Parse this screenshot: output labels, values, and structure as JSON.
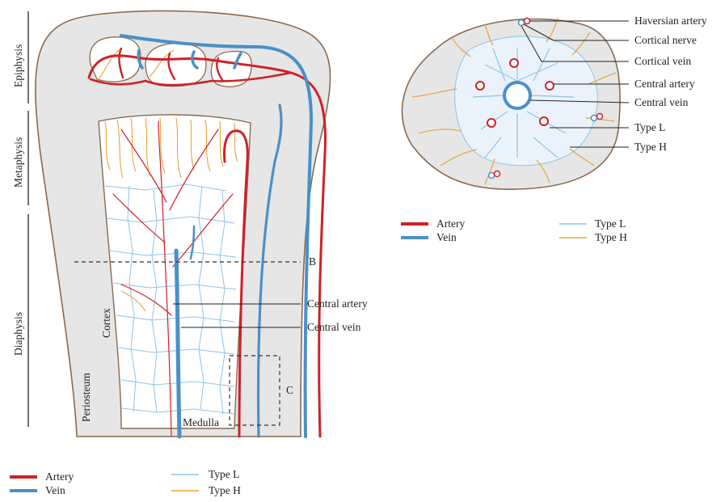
{
  "colors": {
    "artery": "#cf2127",
    "vein": "#4a90c8",
    "type_l": "#8ec3e6",
    "type_h": "#e8a33a",
    "bone": "#e6e6e6",
    "outline": "#8a6a4e",
    "leader": "#222222"
  },
  "longitudinal": {
    "sections": {
      "epiphysis": "Epiphysis",
      "metaphysis": "Metaphysis",
      "diaphysis": "Diaphysis"
    },
    "periosteum": "Periosteum",
    "cortex": "Cortex",
    "medulla": "Medulla",
    "cut_b": "B",
    "box_c": "C",
    "central_artery": "Central artery",
    "central_vein": "Central vein"
  },
  "cross_section": {
    "labels": {
      "haversian_artery": "Haversian artery",
      "cortical_nerve": "Cortical nerve",
      "cortical_vein": "Cortical vein",
      "central_artery": "Central artery",
      "central_vein": "Central vein",
      "type_l": "Type L",
      "type_h": "Type H"
    }
  },
  "legend_bottom": {
    "artery": "Artery",
    "vein": "Vein",
    "type_l": "Type L",
    "type_h": "Type H"
  },
  "legend_right": {
    "artery": "Artery",
    "vein": "Vein",
    "type_l": "Type L",
    "type_h": "Type H"
  }
}
